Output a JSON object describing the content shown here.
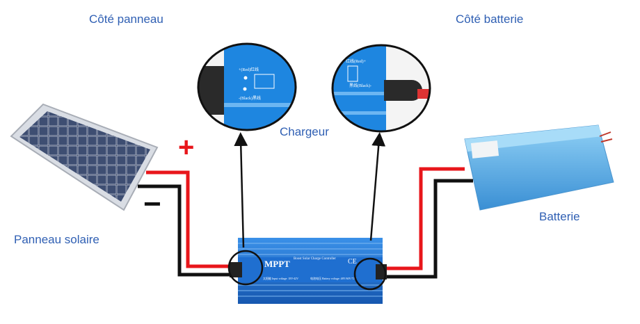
{
  "labels": {
    "panel_side": "Côté panneau",
    "battery_side": "Côté batterie",
    "charger": "Chargeur",
    "solar_panel": "Panneau solaire",
    "battery": "Batterie",
    "plus": "+",
    "minus": "−"
  },
  "controller": {
    "brand": "MPPT",
    "subtitle": "Boost Solar Charge Controller",
    "ce_mark": "CE",
    "input_text": "太阳能 Input voltage: 18V-42V",
    "output_text": "电池电压 Battery voltage: 48V/60V/72V"
  },
  "zoom_left": {
    "red_label": "+(Red)红线",
    "black_label": "-(Black)黑线"
  },
  "zoom_right": {
    "red_label": "红线(Red)+",
    "black_label": "黑线(Black)-"
  },
  "colors": {
    "label": "#2f5fb3",
    "red_wire": "#e8161b",
    "black_wire": "#111111",
    "controller_blue": "#1f78d8",
    "battery_blue": "#5aaee8"
  }
}
